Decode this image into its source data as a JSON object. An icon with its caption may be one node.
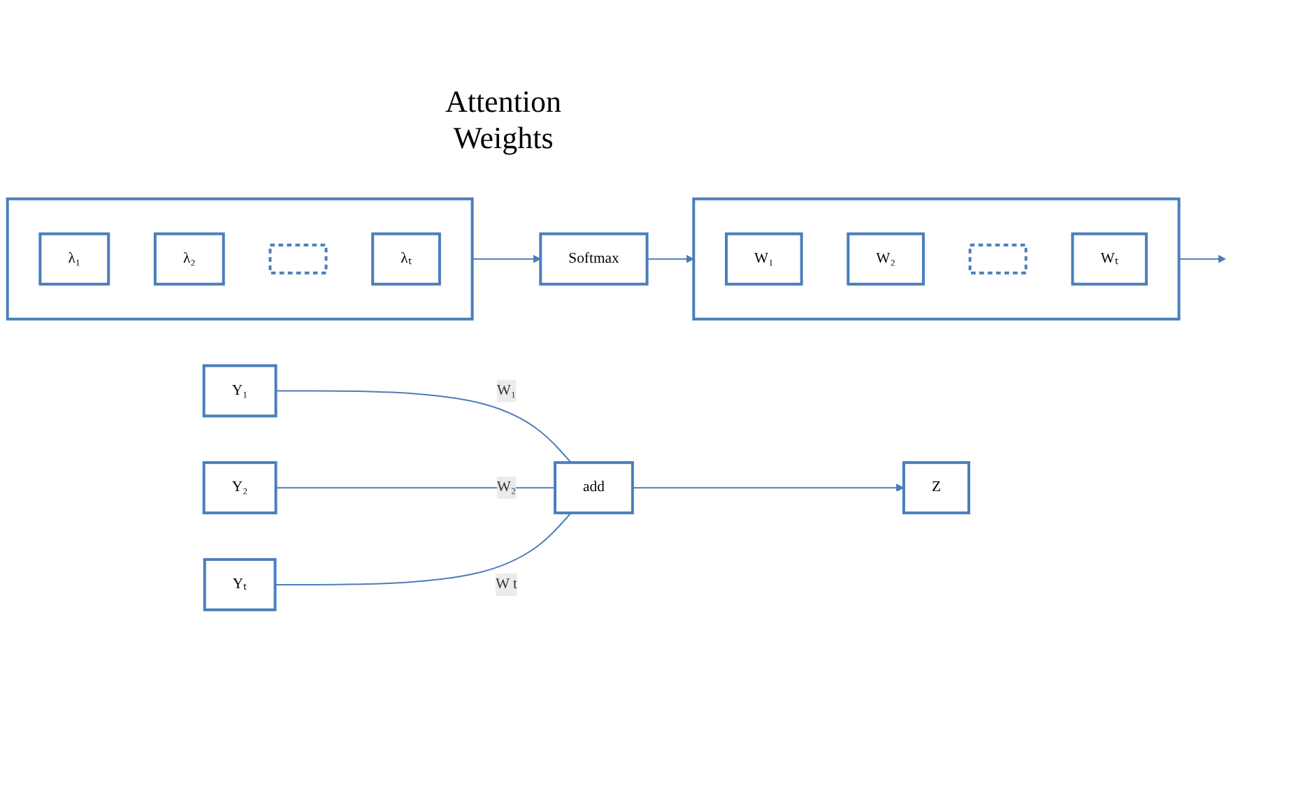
{
  "diagram": {
    "nodes": [
      {
        "text": [],
        "shape": "bar"
      },
      {
        "text": [
          "λ₁"
        ],
        "in": 0
      },
      {
        "text": [
          "λ₂"
        ],
        "in": 0
      },
      {
        "text": [],
        "shape": "box",
        "in": 0
      },
      {
        "text": [
          "λₜ"
        ],
        "in": 0
      },
      {
        "text": [
          "Softmax"
        ]
      },
      {
        "text": [],
        "shape": "bar"
      },
      {
        "text": [
          "W₁"
        ],
        "in": 6
      },
      {
        "text": [
          "W₂"
        ],
        "in": 6
      },
      {
        "text": [],
        "shape": "box",
        "in": 6
      },
      {
        "text": [
          "Wₜ"
        ],
        "in": 6
      },
      {
        "text": [
          "add"
        ]
      },
      {
        "text": [
          "Z"
        ]
      },
      {
        "text": [
          "Y₁"
        ]
      },
      {
        "text": [
          "Y₂"
        ]
      },
      {
        "text": [
          "Yₜ"
        ]
      }
    ],
    "edges": [
      {
        "from": 0,
        "to": 5,
        "arrow": "to"
      },
      {
        "from": 5,
        "to": 6,
        "arrow": "to"
      },
      {
        "from": 6,
        "to": null,
        "arrow": "to"
      },
      {
        "from": 13,
        "to": 11,
        "arrow": "none",
        "label": "W₁"
      },
      {
        "from": 14,
        "to": 11,
        "arrow": "none",
        "label": "W₂"
      },
      {
        "from": 15,
        "to": 11,
        "arrow": "none",
        "label": "W t"
      },
      {
        "from": 11,
        "to": 12,
        "arrow": "to"
      }
    ],
    "labels": [
      "Attention Weights"
    ]
  }
}
